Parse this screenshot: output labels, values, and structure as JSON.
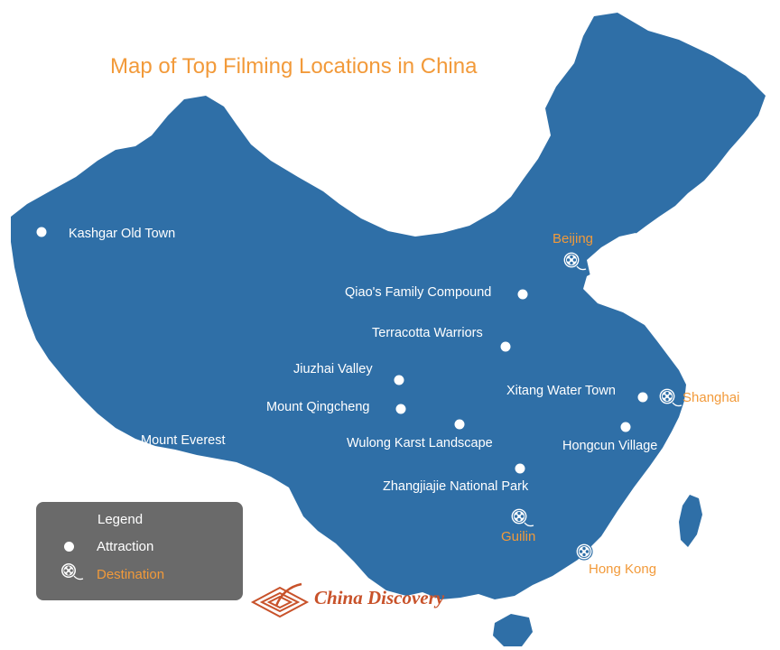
{
  "title": "Map of Top Filming Locations in China",
  "colors": {
    "land": "#2f6fa7",
    "accent": "#f29a3a",
    "legend_bg": "#6a6a6a",
    "label": "#ffffff",
    "logo": "#c8522a"
  },
  "attractions": [
    "Kashgar Old Town",
    "Qiao's Family Compound",
    "Terracotta Warriors",
    "Jiuzhai Valley",
    "Mount Qingcheng",
    "Xitang Water Town",
    "Wulong Karst Landscape",
    "Hongcun Village",
    "Mount Everest",
    "Zhangjiajie National Park"
  ],
  "destinations": [
    "Beijing",
    "Shanghai",
    "Guilin",
    "Hong Kong"
  ],
  "legend": {
    "title": "Legend",
    "attraction": "Attraction",
    "destination": "Destination"
  },
  "logo": {
    "text": "China Discovery"
  }
}
